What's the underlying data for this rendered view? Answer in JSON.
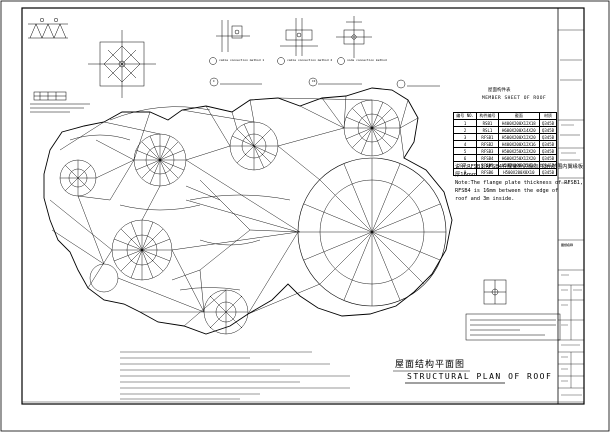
{
  "drawing": {
    "title_cn": "屋面结构平面图",
    "title_en": "STRUCTURAL PLAN OF ROOF"
  },
  "member_table": {
    "title_cn": "屋面构件表",
    "title_en": "MEMBER SHEET OF ROOF",
    "headers": [
      "编号 NO.",
      "构件编号",
      "截面",
      "材质"
    ],
    "rows": [
      [
        "1",
        "RSB1",
        "H400X200X12X18",
        "Q345B"
      ],
      [
        "2",
        "RSL1",
        "H600X200X14X20",
        "Q345B"
      ],
      [
        "3",
        "RFSB1",
        "H500X200X12X20",
        "Q345B"
      ],
      [
        "4",
        "RFSB2",
        "H400X200X12X16",
        "Q345B"
      ],
      [
        "5",
        "RFSB3",
        "H500X250X12X20",
        "Q345B"
      ],
      [
        "6",
        "RFSB4",
        "H600X250X12X20",
        "Q345B"
      ],
      [
        "7",
        "RFSB5",
        "H500X200X12X16",
        "Q345B"
      ],
      [
        "8",
        "RFSB6",
        "H500X200X8X10",
        "Q345B"
      ]
    ]
  },
  "flange_note": {
    "cn_line1": "说明:RFSB1,RFSB4在屋面外边缘向内3m范围内翼缘板",
    "cn_line2": "厚16mm.",
    "en_line1": "Note:The flange plate thickness of RFSB1,",
    "en_line2": "RFSB4 is 16mm between the edge of",
    "en_line3": "roof and 3m inside."
  },
  "details": {
    "cable_connection_1": "cable connection method 1",
    "cable_connection_2": "cable connection method 2",
    "node_connection": "node connection method",
    "circle_I": "I",
    "circle_II": "II"
  },
  "side_panel": {
    "label": "图纸名称"
  }
}
